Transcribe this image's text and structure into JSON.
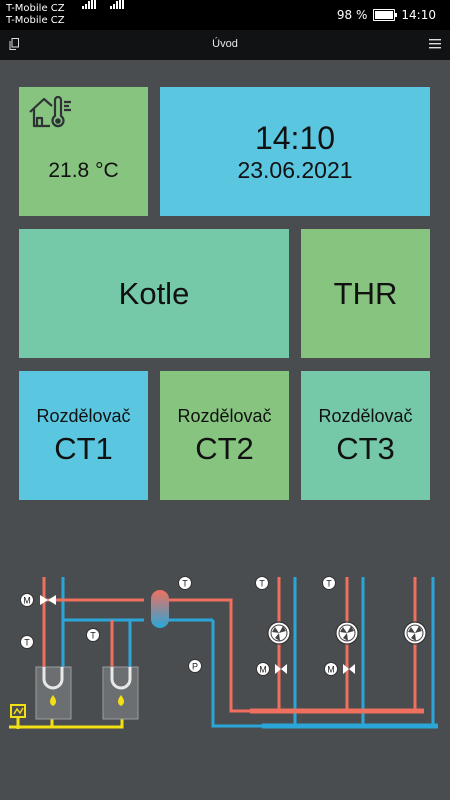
{
  "statusbar": {
    "carrier1": "T-Mobile CZ",
    "carrier2": "T-Mobile CZ",
    "battery": "98 %",
    "battery_level": 0.98,
    "time": "14:10"
  },
  "appbar": {
    "title": "Úvod",
    "left_icon": "copy-icon",
    "right_icon": "menu-icon"
  },
  "tiles": {
    "temperature": {
      "value": "21.8 °C",
      "icon": "house-thermometer-icon"
    },
    "clock": {
      "time": "14:10",
      "date": "23.06.2021"
    },
    "kotle": "Kotle",
    "thr": "THR",
    "ct1": {
      "label": "Rozdělovač",
      "code": "CT1"
    },
    "ct2": {
      "label": "Rozdělovač",
      "code": "CT2"
    },
    "ct3": {
      "label": "Rozdělovač",
      "code": "CT3"
    }
  },
  "diagram": {
    "badges": {
      "mixing_valve": "M",
      "thermometer": "T",
      "pump": "P"
    },
    "colors": {
      "hot": "#f07060",
      "cold": "#2aa6d8",
      "gas": "#f2e014",
      "boiler_body": "#6b6f71"
    }
  },
  "colors": {
    "background": "#4a4d50",
    "green": "#86c47f",
    "blue": "#5bc6e0",
    "teal": "#75c9a8"
  }
}
